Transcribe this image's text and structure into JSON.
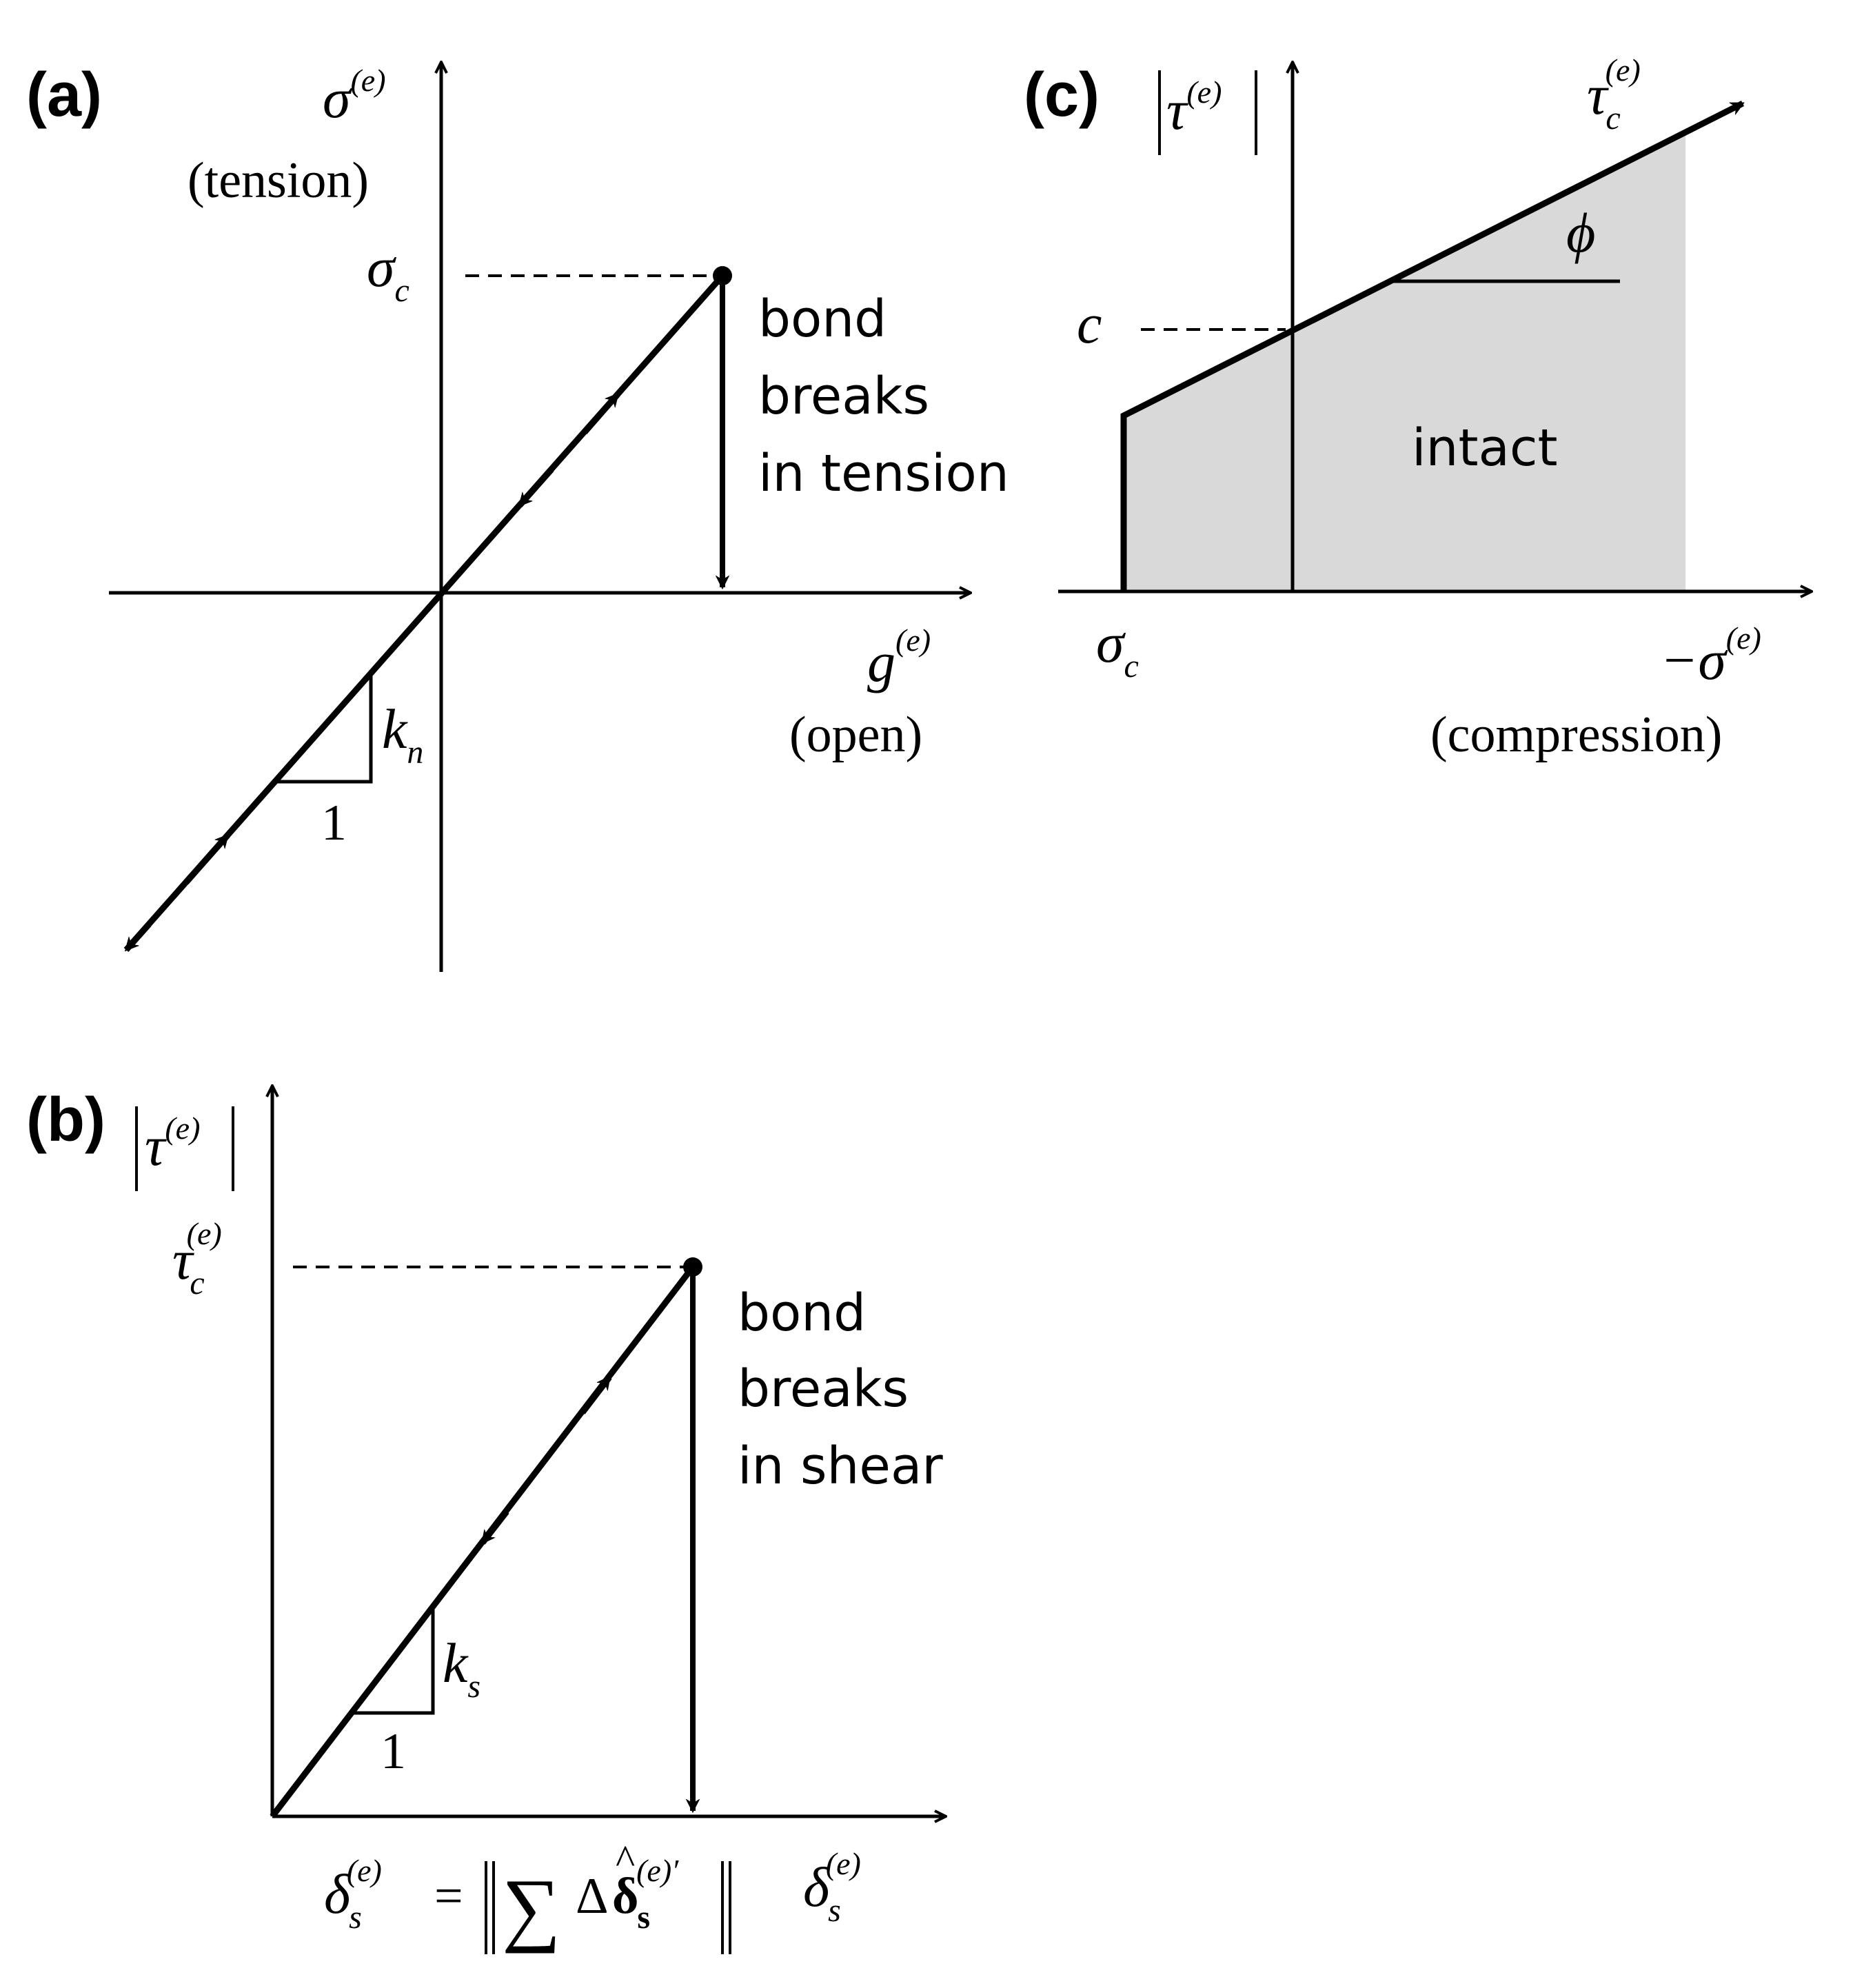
{
  "panels": {
    "a": {
      "tag": "(a)",
      "y_symbol": "σ",
      "y_superscript": "(e)",
      "y_caption": "(tension)",
      "y_level_symbol": "σ",
      "y_level_subscript": "c",
      "x_symbol": "g",
      "x_superscript": "(e)",
      "x_caption": "(open)",
      "stiffness_symbol": "k",
      "stiffness_subscript": "n",
      "unit_run": "1",
      "annotation_lines": [
        "bond",
        "breaks",
        "in tension"
      ]
    },
    "b": {
      "tag": "(b)",
      "y_symbol": "τ",
      "y_superscript": "(e)",
      "y_level_symbol": "τ",
      "y_level_subscript": "c",
      "y_level_superscript": "(e)",
      "x_symbol": "δ",
      "x_subscript": "s",
      "x_superscript": "(e)",
      "stiffness_symbol": "k",
      "stiffness_subscript": "s",
      "unit_run": "1",
      "annotation_lines": [
        "bond",
        "breaks",
        "in shear"
      ],
      "formula_lhs_symbol": "δ",
      "formula_lhs_subscript": "s",
      "formula_lhs_superscript": "(e)",
      "formula_equals": "=",
      "formula_sum": "∑",
      "formula_delta": "Δ",
      "formula_vector": "δ",
      "formula_hat": "^",
      "formula_vector_subscript": "s",
      "formula_vector_superscript": "(e)′"
    },
    "c": {
      "tag": "(c)",
      "y_symbol": "τ",
      "y_superscript": "(e)",
      "envelope_symbol": "τ",
      "envelope_subscript": "c",
      "envelope_superscript": "(e)",
      "friction_symbol": "ϕ",
      "cohesion_symbol": "c",
      "region_label": "intact",
      "x_origin_symbol": "σ",
      "x_origin_subscript": "c",
      "x_symbol": "−σ",
      "x_superscript": "(e)",
      "x_caption": "(compression)"
    }
  },
  "colors": {
    "ink": "#000000",
    "intact_region": "#d9d9d9"
  }
}
